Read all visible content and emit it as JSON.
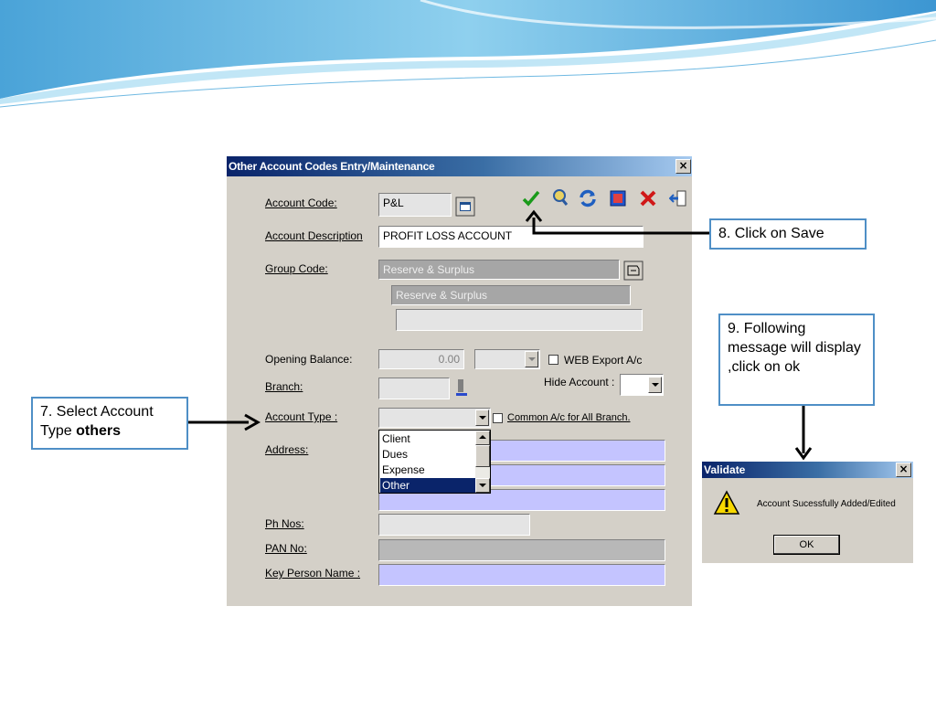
{
  "dialog": {
    "title": "Other Account Codes Entry/Maintenance",
    "close": "×",
    "labels": {
      "account_code": "Account Code:",
      "account_description": "Account Description",
      "group_code": "Group Code:",
      "opening_balance": "Opening Balance:",
      "branch": "Branch:",
      "account_type": "Account Type :",
      "address": "Address:",
      "ph_nos": "Ph Nos:",
      "pan_no": "PAN No:",
      "key_person_name": "Key Person Name :",
      "web_export": "WEB Export A/c",
      "hide_account": "Hide Account :",
      "common_ac": "Common A/c for All Branch."
    },
    "values": {
      "account_code": "P&L",
      "account_description": "PROFIT LOSS ACCOUNT",
      "group_code": "Reserve & Surplus",
      "group_name": "Reserve & Surplus",
      "opening_balance": "0.00"
    },
    "account_type_options": [
      "Client",
      "Dues",
      "Expense",
      "Other"
    ],
    "selected_option": "Other",
    "toolbar_icons": [
      "save-check-icon",
      "find-icon",
      "refresh-icon",
      "print-icon",
      "delete-icon",
      "exit-icon"
    ]
  },
  "callouts": {
    "step7_prefix": "7. Select Account Type ",
    "step7_bold": "others",
    "step8": "8. Click on Save",
    "step9": "9. Following message will display ,click on ok"
  },
  "validate": {
    "title": "Validate",
    "close": "×",
    "message": "Account Sucessfully Added/Edited",
    "ok_label": "OK"
  },
  "colors": {
    "title_bar": "#0a246a",
    "callout_border": "#4f8fc6",
    "field_lavender": "#c4c4ff",
    "dialog_bg": "#d4d0c8"
  }
}
